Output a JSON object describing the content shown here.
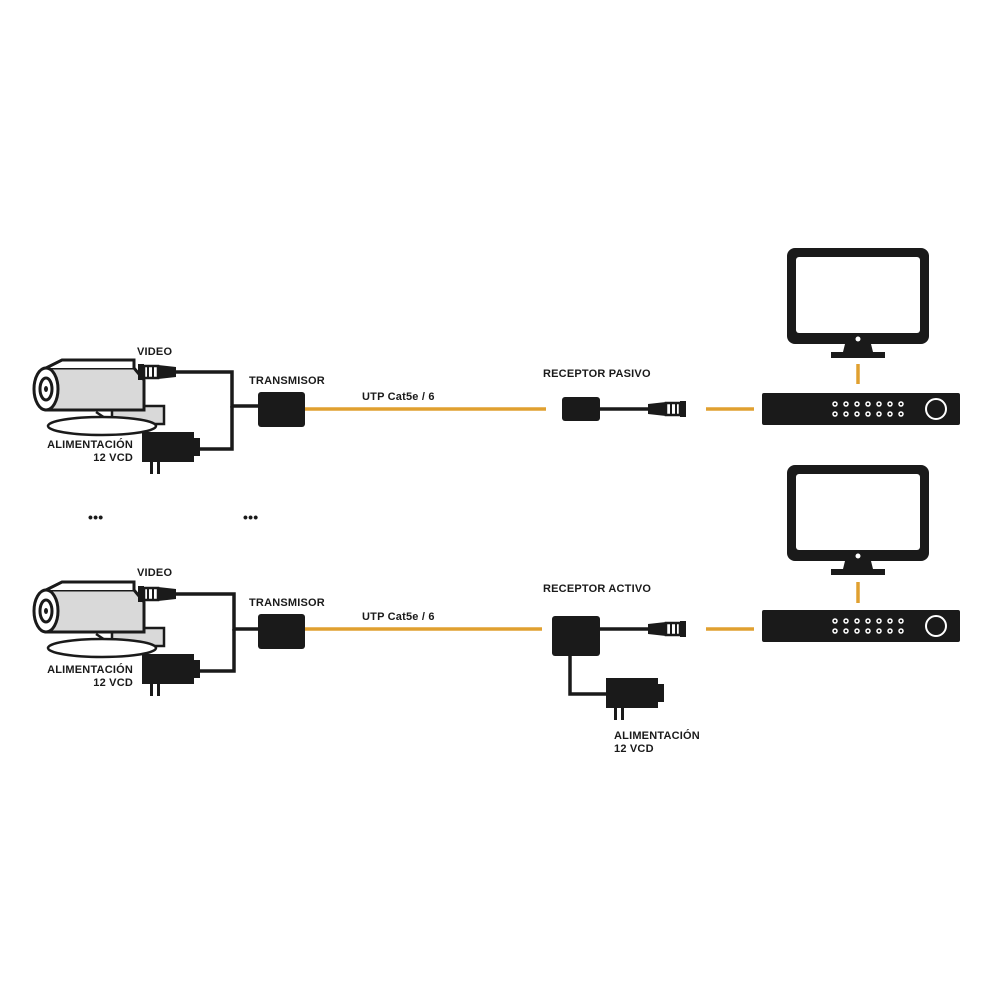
{
  "colors": {
    "cable_utp": "#e0a030",
    "device": "#1a1a1a",
    "camera_body": "#d9d9d9",
    "background": "#ffffff"
  },
  "icons": [
    "camera-icon",
    "power-adapter-icon",
    "transmitter-icon",
    "receiver-icon",
    "bnc-connector-icon",
    "monitor-icon",
    "dvr-icon"
  ],
  "top_row": {
    "video_label": "VIDEO",
    "power_label_line1": "ALIMENTACIÓN",
    "power_label_line2": "12 VCD",
    "transmitter_label": "TRANSMISOR",
    "cable_label": "UTP Cat5e / 6",
    "receiver_label": "RECEPTOR PASIVO"
  },
  "bottom_row": {
    "video_label": "VIDEO",
    "power_label_line1": "ALIMENTACIÓN",
    "power_label_line2": "12 VCD",
    "transmitter_label": "TRANSMISOR",
    "cable_label": "UTP Cat5e / 6",
    "receiver_label": "RECEPTOR ACTIVO",
    "receiver_power_line1": "ALIMENTACIÓN",
    "receiver_power_line2": "12 VCD"
  },
  "ellipsis": [
    "•••",
    "•••"
  ]
}
